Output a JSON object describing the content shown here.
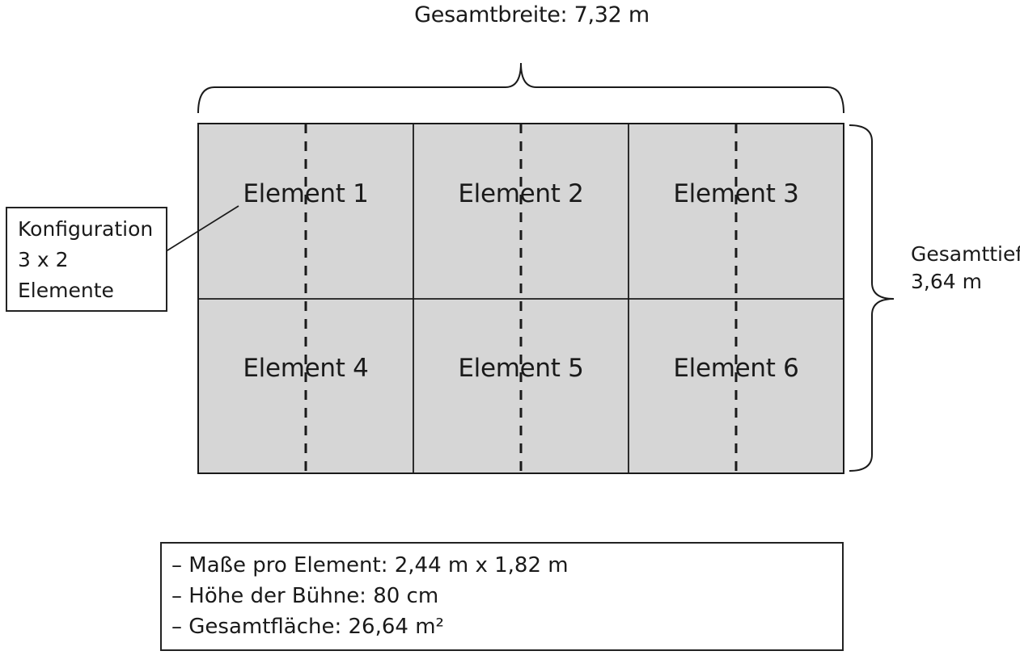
{
  "dimensions": {
    "total_width": "Gesamtbreite: 7,32 m",
    "total_depth_line1": "Gesamttief",
    "total_depth_line2": "3,64 m"
  },
  "grid": {
    "rows": 2,
    "columns": 3,
    "elements": [
      "Element 1",
      "Element 2",
      "Element 3",
      "Element 4",
      "Element 5",
      "Element 6"
    ]
  },
  "configuration": {
    "line1": "Konfiguration",
    "line2": "3 x 2",
    "line3": "Elemente"
  },
  "info": {
    "dimensions_per_element": "– Maße pro Element: 2,44 m x 1,82 m",
    "stage_height": "– Höhe der Bühne: 80 cm",
    "total_area": "– Gesamtfläche: 26,64 m²"
  },
  "colors": {
    "element_fill": "#d6d6d6",
    "line": "#1a1a1a"
  }
}
